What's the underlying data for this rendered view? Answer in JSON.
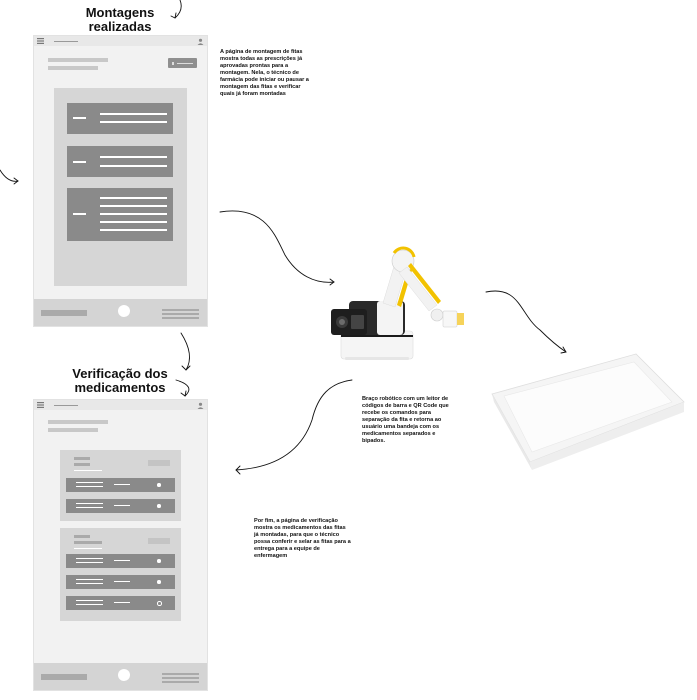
{
  "titles": {
    "montagens": [
      "Montagens",
      "realizadas"
    ],
    "verificacao": [
      "Verificação dos",
      "medicamentos"
    ]
  },
  "notes": {
    "montagem": [
      "A página de montagem de fitas",
      "mostra todas as prescrições já",
      "aprovadas prontas para a",
      "montagem. Nela, o técnico de",
      "farmácia pode iniciar ou pausar a",
      "montagem das fitas e verificar",
      "quais já foram montadas"
    ],
    "braco": [
      "Braço robótico com um leitor de",
      "códigos de barra e QR Code que",
      "recebe os comandos para",
      "separação da fita e retorna ao",
      "usuário uma bandeja com os",
      "medicamentos separados e",
      "bipados."
    ],
    "verificacao": [
      "Por fim, a página de verificação",
      "mostra os medicamentos das fitas",
      "já montadas, para que o técnico",
      "possa conferir e selar as fitas para a",
      "entrega para a equipe de",
      "enfermagem"
    ]
  },
  "icons": {
    "menu": "hamburger-icon",
    "user": "user-icon",
    "robot": "robotic-arm-icon",
    "tray": "tray-icon"
  },
  "colors": {
    "frame": "#f2f2f2",
    "panel": "#d6d6d6",
    "card": "#8a8a8a",
    "accent": "#f2c200"
  }
}
